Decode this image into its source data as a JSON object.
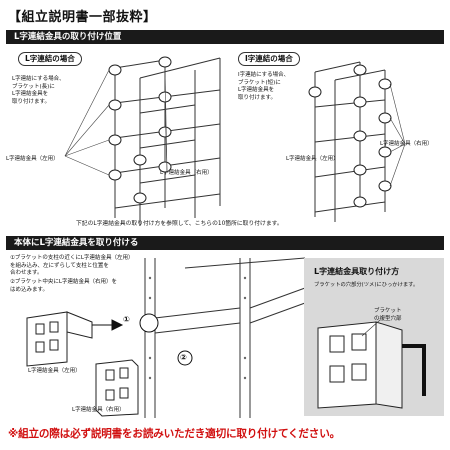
{
  "page": {
    "title": "【組立説明書一部抜粋】",
    "footer_note": "※組立の際は必ず説明書をお読みいただき適切に取り付けてください。"
  },
  "section1": {
    "heading": "L字連結金具の取り付け位置",
    "left": {
      "label": "L字連結の場合",
      "desc": [
        "L字連結にする場合、",
        "ブラケット(長)に",
        "L字連結金具を",
        "取り付けます。"
      ],
      "callout_left": "L字連結金具（左用）",
      "callout_right": "L字連結金具（右用）"
    },
    "right": {
      "label": "I字連結の場合",
      "desc": [
        "I字連結にする場合、",
        "ブラケット(短)に",
        "L字連結金具を",
        "取り付けます。"
      ],
      "callout_left": "L字連結金具（左用）",
      "callout_right": "L字連結金具（右用）"
    },
    "note": "下記のL字連結金具の取り付け方を参照して、こちらの10箇所に取り付けます。"
  },
  "section2": {
    "heading": "本体にL字連結金具を取り付ける",
    "step1": [
      "①ブラケットの支柱の近くにL字連結金具（左用）",
      "を組み込み、左にずらして支柱と位置を",
      "合わせます。"
    ],
    "step2": [
      "②ブラケット中央にL字連結金具（右用）を",
      "はめ込みます。"
    ],
    "label_left": "L字連結金具（左用）",
    "label_right": "L字連結金具（右用）",
    "step_marks": [
      "①",
      "②"
    ],
    "panel": {
      "title": "L字連結金具取り付け方",
      "sub": "ブラケットの穴部分(ツメ)にひっかけます。",
      "callout": [
        "ブラケット",
        "の複型穴部"
      ]
    }
  }
}
